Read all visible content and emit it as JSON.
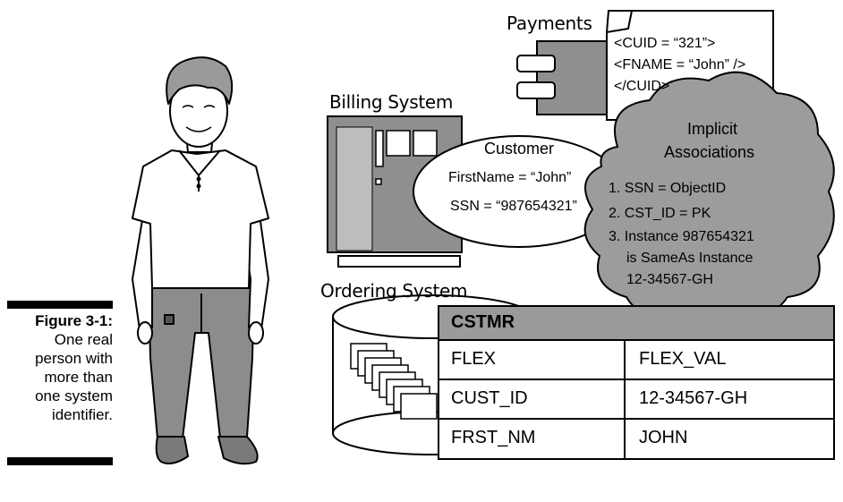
{
  "caption": {
    "figure": "Figure 3-1:",
    "lines": [
      "One real",
      "person with",
      "more than",
      "one system",
      "identifier."
    ]
  },
  "labels": {
    "payments": "Payments",
    "billing": "Billing System",
    "ordering": "Ordering System"
  },
  "payments_doc": {
    "lines": [
      "<CUID = “321”>",
      "<FNAME = “John” />",
      "</CUID>"
    ]
  },
  "customer": {
    "title": "Customer",
    "firstname": "FirstName = “John”",
    "ssn": "SSN = “987654321”"
  },
  "cloud": {
    "title1": "Implicit",
    "title2": "Associations",
    "items": [
      "1.  SSN = ObjectID",
      "2.  CST_ID = PK",
      "3.  Instance 987654321",
      "is SameAs Instance",
      "12-34567-GH"
    ]
  },
  "table": {
    "name": "CSTMR",
    "rows": [
      [
        "FLEX",
        "FLEX_VAL"
      ],
      [
        "CUST_ID",
        "12-34567-GH"
      ],
      [
        "FRST_NM",
        "JOHN"
      ]
    ],
    "header_color": "#9a9a9a"
  }
}
